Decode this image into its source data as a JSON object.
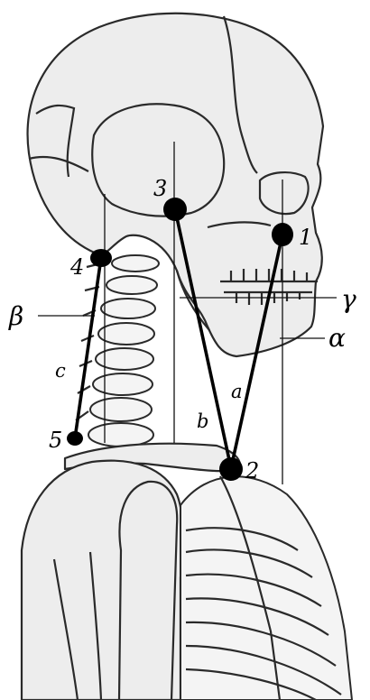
{
  "landmarks": [
    {
      "id": "1",
      "label": "1"
    },
    {
      "id": "2",
      "label": "2"
    },
    {
      "id": "3",
      "label": "3"
    },
    {
      "id": "4",
      "label": "4"
    },
    {
      "id": "5",
      "label": "5"
    }
  ],
  "segments": [
    {
      "id": "a",
      "label": "a",
      "from": "1",
      "to": "2"
    },
    {
      "id": "b",
      "label": "b",
      "from": "3",
      "to": "2"
    },
    {
      "id": "c",
      "label": "c",
      "from": "4",
      "to": "5"
    }
  ],
  "reference_lines": [
    {
      "id": "alpha",
      "label": "α"
    },
    {
      "id": "beta",
      "label": "β"
    },
    {
      "id": "gamma",
      "label": "γ"
    }
  ]
}
